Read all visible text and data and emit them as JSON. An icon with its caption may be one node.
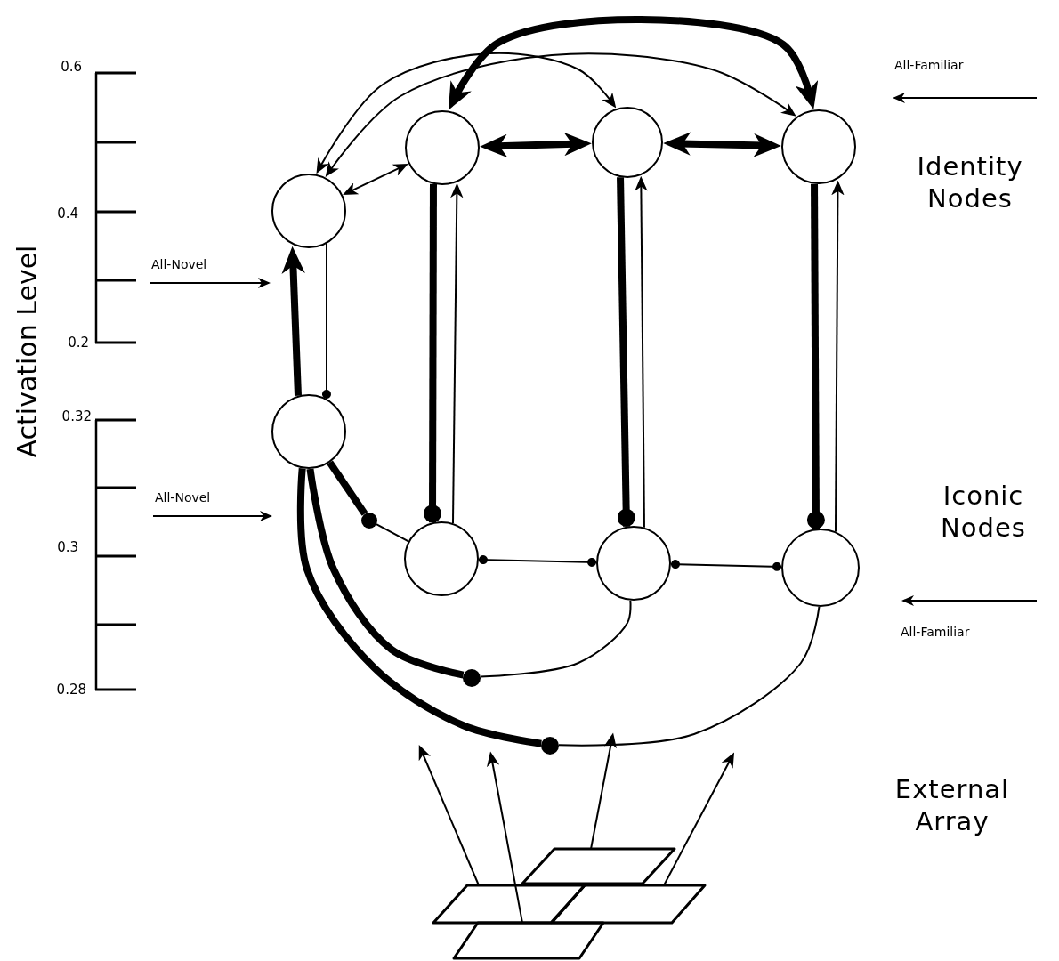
{
  "diagram": {
    "nodes": [
      {
        "text": [],
        "shape": "circle"
      },
      {
        "text": [],
        "shape": "circle"
      },
      {
        "text": [],
        "shape": "circle"
      },
      {
        "text": [],
        "shape": "circle"
      },
      {
        "text": [],
        "shape": "circle"
      },
      {
        "text": [],
        "shape": "circle"
      },
      {
        "text": [],
        "shape": "circle"
      },
      {
        "text": [],
        "shape": "circle"
      },
      {
        "text": [],
        "shape": "parallelogram"
      },
      {
        "text": [],
        "shape": "parallelogram"
      },
      {
        "text": [],
        "shape": "parallelogram"
      },
      {
        "text": [],
        "shape": "parallelogram"
      },
      {
        "text": [],
        "shape": "dot"
      },
      {
        "text": [],
        "shape": "dot"
      },
      {
        "text": [],
        "shape": "dot"
      }
    ],
    "edges": [
      {
        "from": 1,
        "to": 3,
        "arrow": "both",
        "style": "thick"
      },
      {
        "from": 0,
        "to": 2,
        "arrow": "both"
      },
      {
        "from": 0,
        "to": 3,
        "arrow": "both"
      },
      {
        "from": 1,
        "to": 2,
        "arrow": "both",
        "style": "thick"
      },
      {
        "from": 2,
        "to": 3,
        "arrow": "both",
        "style": "thick"
      },
      {
        "from": 0,
        "to": 1,
        "arrow": "both"
      },
      {
        "from": 4,
        "to": 0,
        "arrow": "to",
        "style": "thick"
      },
      {
        "from": 0,
        "to": 4,
        "arrow": "other"
      },
      {
        "from": 1,
        "to": 5,
        "arrow": "other",
        "style": "thick"
      },
      {
        "from": 5,
        "to": 1,
        "arrow": "to"
      },
      {
        "from": 2,
        "to": 6,
        "arrow": "other",
        "style": "thick"
      },
      {
        "from": 6,
        "to": 2,
        "arrow": "to"
      },
      {
        "from": 3,
        "to": 7,
        "arrow": "other",
        "style": "thick"
      },
      {
        "from": 7,
        "to": 3,
        "arrow": "to"
      },
      {
        "from": 4,
        "to": 12,
        "arrow": "none",
        "style": "thick"
      },
      {
        "from": 12,
        "to": 5,
        "arrow": "none"
      },
      {
        "from": 5,
        "to": 6,
        "arrow": "other"
      },
      {
        "from": 6,
        "to": 7,
        "arrow": "other"
      },
      {
        "from": 4,
        "to": 13,
        "arrow": "none",
        "style": "thick"
      },
      {
        "from": 13,
        "to": 6,
        "arrow": "none"
      },
      {
        "from": 4,
        "to": 14,
        "arrow": "none",
        "style": "thick"
      },
      {
        "from": 14,
        "to": 7,
        "arrow": "none"
      },
      {
        "from": 9,
        "to": null,
        "arrow": "to"
      },
      {
        "from": 11,
        "to": null,
        "arrow": "to"
      },
      {
        "from": 8,
        "to": null,
        "arrow": "to"
      },
      {
        "from": 10,
        "to": null,
        "arrow": "to"
      }
    ],
    "labels": [
      "0.6",
      "All-Familiar",
      "Identity Nodes",
      "0.4",
      "All-Novel",
      "0.2",
      "Activation Level",
      "0.32",
      "All-Novel",
      "Iconic Nodes",
      "0.3",
      "All-Familiar",
      "0.28",
      "External Array"
    ]
  }
}
